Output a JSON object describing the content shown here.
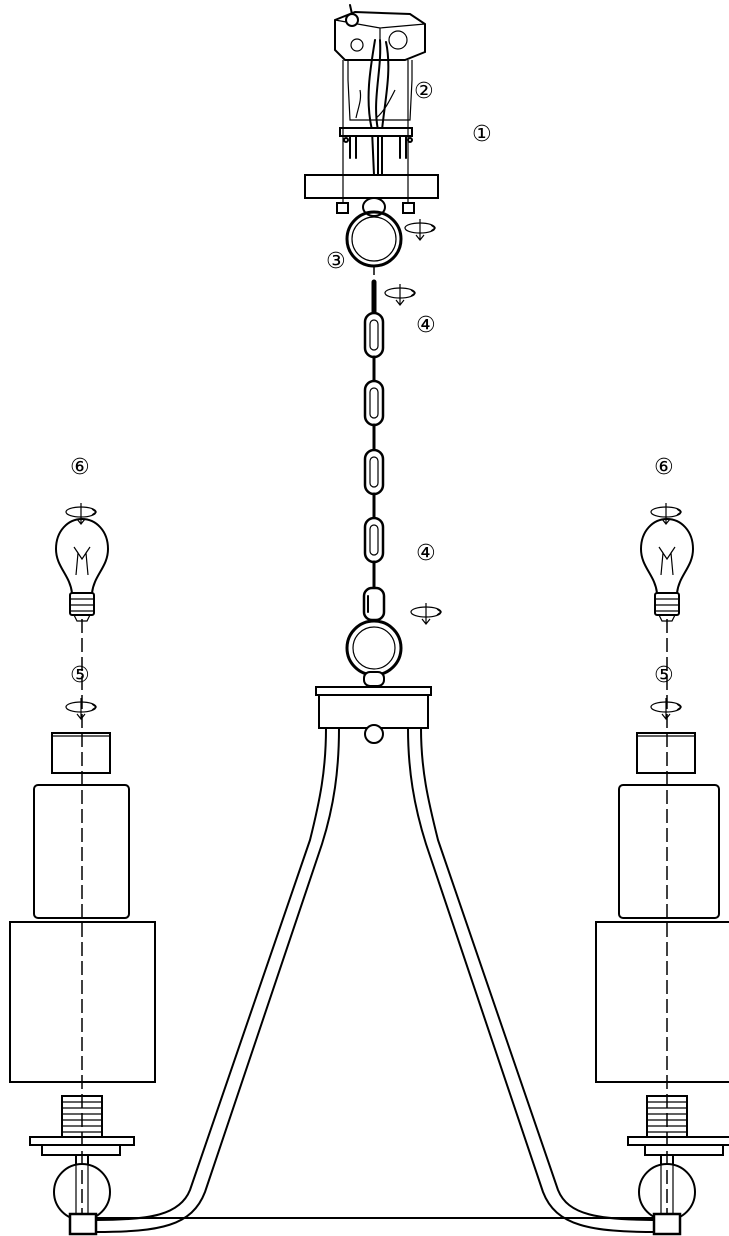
{
  "labels": {
    "step1": "①",
    "step2": "②",
    "step3": "③",
    "step4_top": "④",
    "step4_bottom": "④",
    "step5_left": "⑤",
    "step5_right": "⑤",
    "step6_left": "⑥",
    "step6_right": "⑥"
  },
  "icons": {
    "rotate": "rotate-arrow-icon",
    "bulb": "light-bulb-icon",
    "junction_box": "junction-box-icon"
  }
}
